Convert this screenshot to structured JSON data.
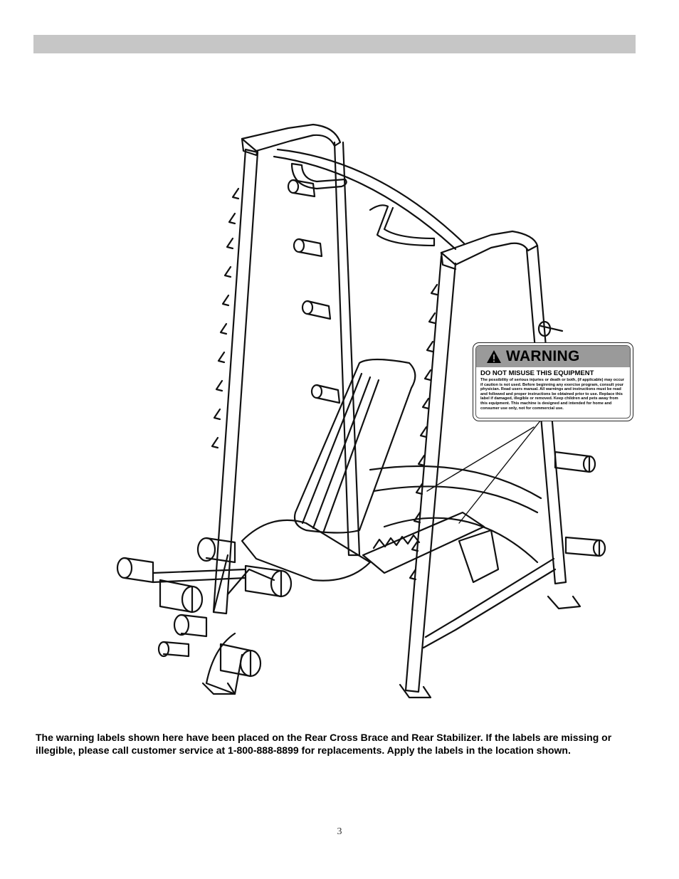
{
  "warning_label": {
    "title": "WARNING",
    "subtitle": "DO NOT MISUSE THIS EQUIPMENT",
    "body": "The possibility of serious injuries or death or both, (if applicable) may occur if caution is not used. Before beginning any exercise program, consult your physician. Read users manual. All warnings and instructions must be read and followed and proper instructions be obtained prior to use. Replace this label if damaged, illegible or removed. Keep children and pets away from this equipment. This machine is designed and intended for home and consumer use only, not for commercial use."
  },
  "caption": "The warning labels shown here have been placed on the Rear Cross Brace and Rear Stabilizer.  If the labels are missing or illegible, please call customer service at 1-800-888-8899 for replacements.  Apply the labels in the location shown.",
  "page_number": "3",
  "colors": {
    "header_bar": "#c6c6c6",
    "label_header": "#9a9a9a"
  }
}
